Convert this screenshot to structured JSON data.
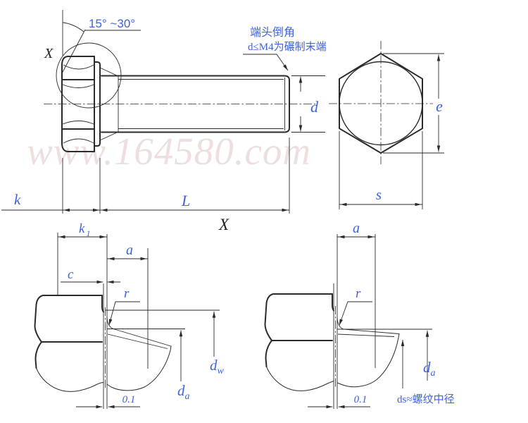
{
  "drawing": {
    "watermark": "www.164580.com",
    "colors": {
      "dimension_text": "#3f62e0",
      "line": "#2b2b2b",
      "watermark": "#cfa6a6"
    },
    "main_view": {
      "detail_marker": "X",
      "detail_title": "X",
      "angle_label": "15° ~30°",
      "end_note_line1": "端头倒角",
      "end_note_line2": "d≤M4为碾制末端",
      "dims": {
        "d": "d",
        "k": "k",
        "L": "L"
      }
    },
    "end_view": {
      "dims": {
        "e": "e",
        "s": "s"
      }
    },
    "detail_left": {
      "dims": {
        "k1_base": "k",
        "k1_sub": "1",
        "a": "a",
        "c": "c",
        "r": "r",
        "dw_base": "d",
        "dw_sub": "w",
        "da_base": "d",
        "da_sub": "a",
        "washer_offset": "0.1"
      }
    },
    "detail_right": {
      "dims": {
        "a": "a",
        "r": "r",
        "da_base": "d",
        "da_sub": "a",
        "washer_offset": "0.1"
      },
      "ds_note": "ds≈螺纹中径"
    }
  }
}
